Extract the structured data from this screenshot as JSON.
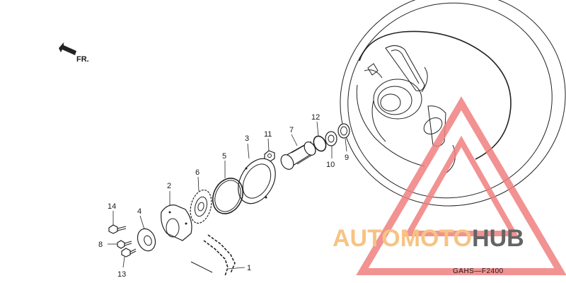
{
  "direction_label": "FR.",
  "diagram_code": "GAHS—F2400",
  "watermark": {
    "prefix": "AUTOMOTO",
    "suffix": "HUB",
    "prefix_color": "#f6b96f",
    "suffix_color": "#4a4a4a",
    "triangle_color": "#f08080"
  },
  "callouts": [
    "1",
    "2",
    "3",
    "4",
    "5",
    "6",
    "7",
    "8",
    "9",
    "10",
    "11",
    "12",
    "13",
    "14"
  ]
}
